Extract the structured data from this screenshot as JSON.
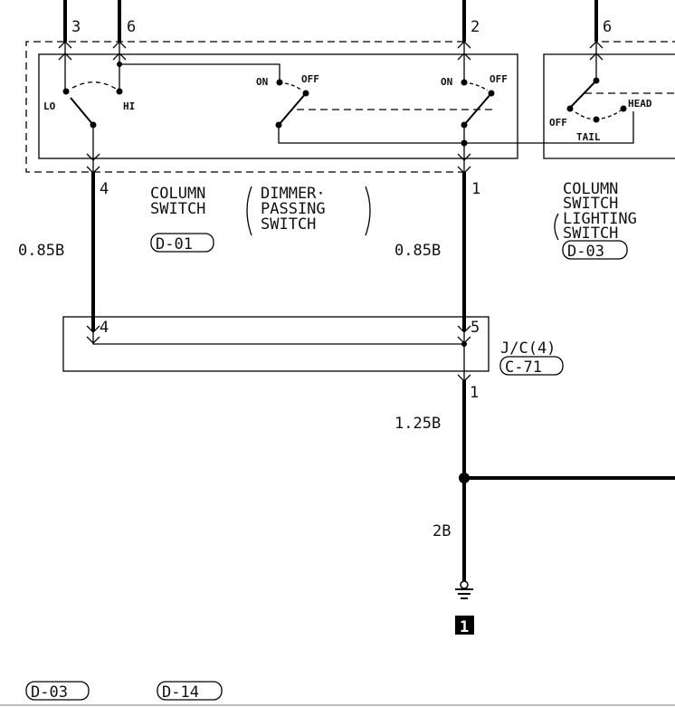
{
  "dimmer_switch": {
    "pins_top": [
      "3",
      "6",
      "2"
    ],
    "pin_bottom_left": "4",
    "pin_bottom_right": "1",
    "positions": {
      "lo": "LO",
      "hi": "HI",
      "on": "ON",
      "off": "OFF"
    },
    "name_line1": "COLUMN",
    "name_line2": "SWITCH",
    "sub_line1": "DIMMER·",
    "sub_line2": "PASSING",
    "sub_line3": "SWITCH",
    "connector": "D-01"
  },
  "lighting_switch": {
    "pin_top": "6",
    "positions": {
      "off": "OFF",
      "tail": "TAIL",
      "head": "HEAD"
    },
    "name_line1": "COLUMN",
    "name_line2": "SWITCH",
    "sub_line1": "LIGHTING",
    "sub_line2": "SWITCH",
    "connector": "D-03"
  },
  "wires": {
    "left": "0.85B",
    "right": "0.85B",
    "trunk": "1.25B",
    "ground": "2B"
  },
  "junction": {
    "pin_left": "4",
    "pin_right": "5",
    "pin_out": "1",
    "name": "J/C(4)",
    "connector": "C-71"
  },
  "ground_point": "1",
  "footer_connectors": [
    "D-03",
    "D-14"
  ]
}
